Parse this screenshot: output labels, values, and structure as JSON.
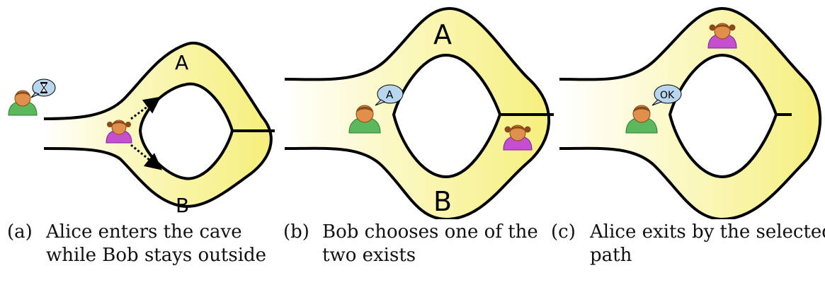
{
  "panels": [
    {
      "id": "a",
      "caption_number": "(a)",
      "caption_line1": "Alice enters the cave",
      "caption_line2": "while Bob stays outside",
      "label_top": "A",
      "label_bottom": "B",
      "bob_bubble": "",
      "bob_bubble_icon": "hourglass-icon"
    },
    {
      "id": "b",
      "caption_number": "(b)",
      "caption_line1": "Bob chooses one of the",
      "caption_line2": "two exists",
      "label_top": "A",
      "label_bottom": "B",
      "bob_bubble": "A"
    },
    {
      "id": "c",
      "caption_number": "(c)",
      "caption_line1": "Alice exits by the selected",
      "caption_line2": "path",
      "bob_bubble": "OK"
    }
  ],
  "colors": {
    "cave_fill": "#f7f38a",
    "cave_fade": "#ffffff",
    "bob_shirt": "#5cb85c",
    "alice_shirt": "#c64fd0",
    "skin": "#e0904a",
    "hair": "#8a4a1a",
    "bubble": "#b8d6ee"
  }
}
